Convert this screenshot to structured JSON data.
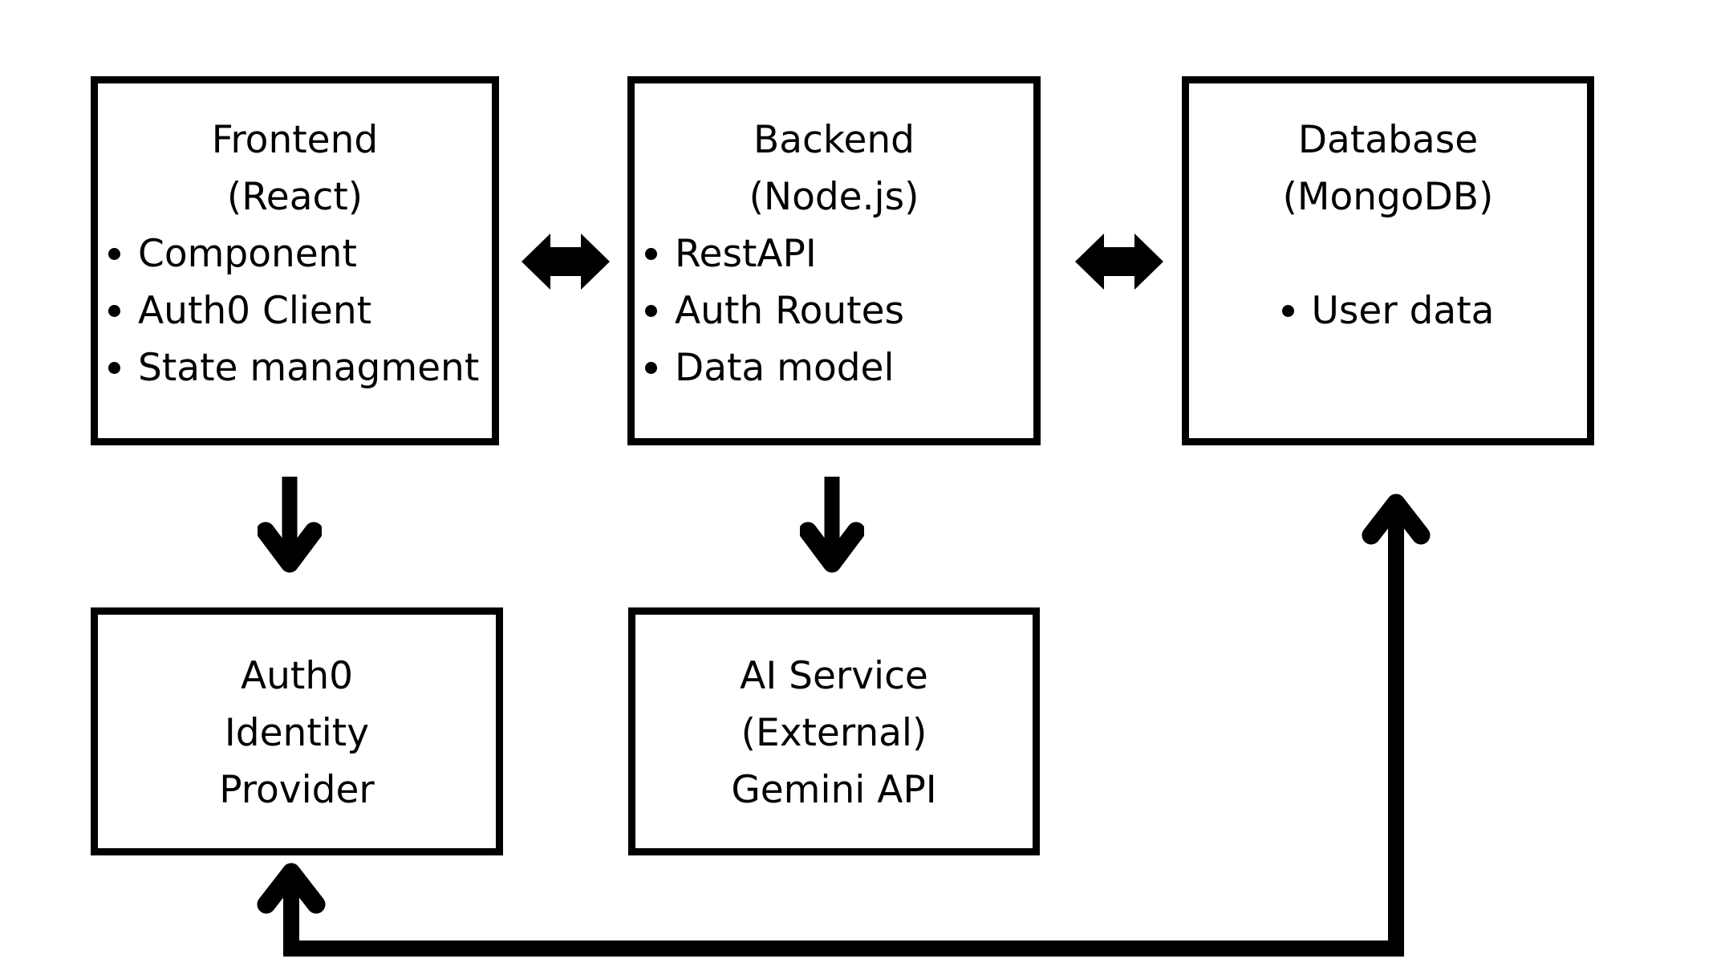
{
  "diagram": {
    "background": "#ffffff",
    "ink": "#000000",
    "boxes": {
      "frontend": {
        "title": "Frontend",
        "subtitle": "(React)",
        "bullets": [
          "Component",
          "Auth0 Client",
          "State managment"
        ]
      },
      "backend": {
        "title": "Backend",
        "subtitle": "(Node.js)",
        "bullets": [
          "RestAPI",
          "Auth Routes",
          "Data model"
        ]
      },
      "database": {
        "title": "Database",
        "subtitle": "(MongoDB)",
        "bullets": [
          "User data"
        ]
      },
      "auth0": {
        "lines": [
          "Auth0",
          "Identity",
          "Provider"
        ]
      },
      "ai_service": {
        "lines": [
          "AI Service",
          "(External)",
          "Gemini API"
        ]
      }
    },
    "arrows": [
      {
        "id": "frontend-backend",
        "type": "double-headed-horizontal"
      },
      {
        "id": "backend-database",
        "type": "double-headed-horizontal"
      },
      {
        "id": "frontend-auth0",
        "type": "down"
      },
      {
        "id": "backend-ai_service",
        "type": "down"
      },
      {
        "id": "database-auth0",
        "type": "elbow-up-arrows-both-ends"
      }
    ]
  }
}
